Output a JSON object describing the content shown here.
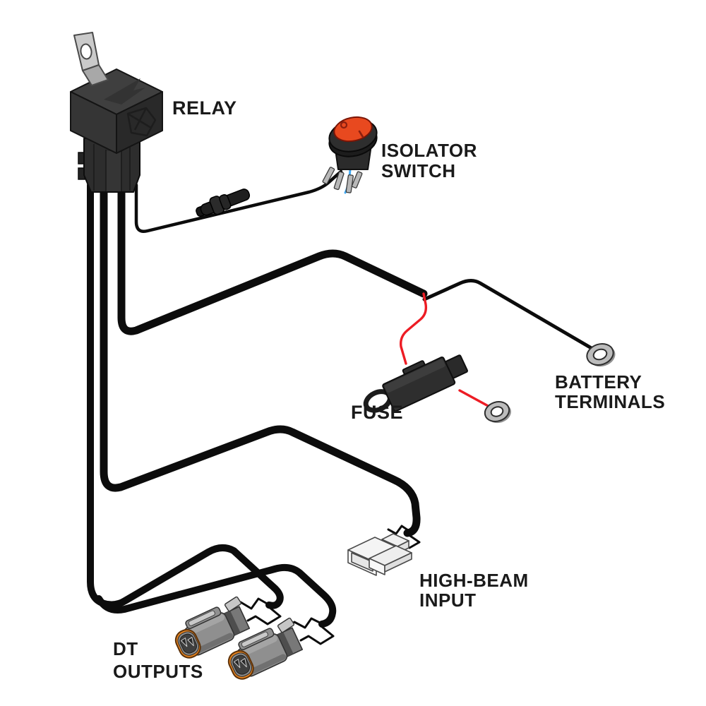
{
  "diagram": {
    "type": "wiring-harness-diagram",
    "background": "#ffffff",
    "labels": {
      "relay": "RELAY",
      "isolator_switch": [
        "ISOLATOR",
        "SWITCH"
      ],
      "fuse": "FUSE",
      "battery_terminals": [
        "BATTERY",
        "TERMINALS"
      ],
      "high_beam_input": [
        "HIGH-BEAM",
        "INPUT"
      ],
      "dt_outputs": [
        "DT",
        "OUTPUTS"
      ]
    },
    "components": [
      {
        "name": "relay",
        "description": "black cube relay with metal mounting bracket and wire socket"
      },
      {
        "name": "isolator-switch",
        "description": "round rocker switch with red cap, metal pins, blue and black leads"
      },
      {
        "name": "inline-connector",
        "description": "black inline barrel connector on switch lead"
      },
      {
        "name": "fuse-holder",
        "description": "black inline blade fuse holder with loop"
      },
      {
        "name": "battery-ring-terminals",
        "count": 2
      },
      {
        "name": "high-beam-input-connector",
        "description": "white headlight plug connector"
      },
      {
        "name": "dt-output-connectors",
        "count": 2,
        "description": "grey Deutsch DT plugs with orange seals"
      }
    ],
    "switch_markings": {
      "off": "O",
      "on": "I"
    },
    "colors": {
      "wire_black": "#0c0c0c",
      "wire_red": "#ed1c24",
      "wire_blue": "#3fa9f5",
      "switch_red": "#e8491f",
      "seal_orange": "#e8831d",
      "terminal_silver": "#bcbcbc",
      "label_text": "#1a1a1a",
      "background": "#ffffff"
    }
  }
}
